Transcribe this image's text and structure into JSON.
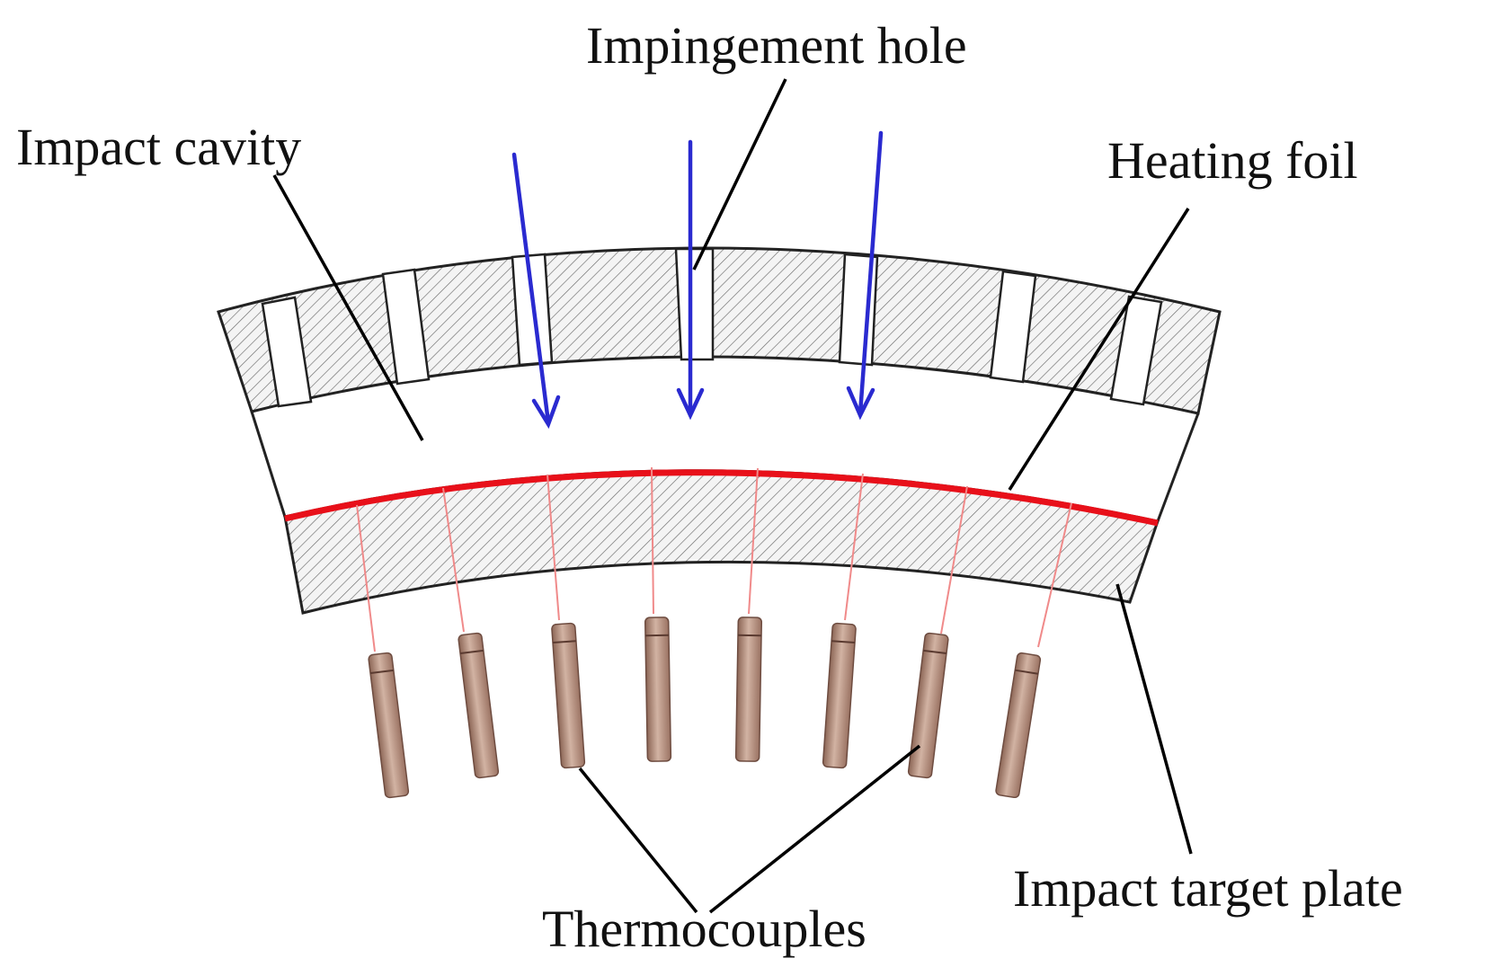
{
  "labels": {
    "impingement_hole": "Impingement hole",
    "impact_cavity": "Impact cavity",
    "heating_foil": "Heating foil",
    "impact_target_plate": "Impact target plate",
    "thermocouples": "Thermocouples"
  },
  "colors": {
    "jet_arrows": "#2a2ad0",
    "heating_foil": "#e8101a",
    "thermocouple_wires": "#f08a8a",
    "thermocouple_body": "#b48a78",
    "outline": "#222222",
    "leader_lines": "#000000",
    "hatch": "#555555"
  },
  "icons": {
    "jet_arrow": "down-arrow-icon",
    "thermocouple": "thermocouple-probe-icon"
  }
}
